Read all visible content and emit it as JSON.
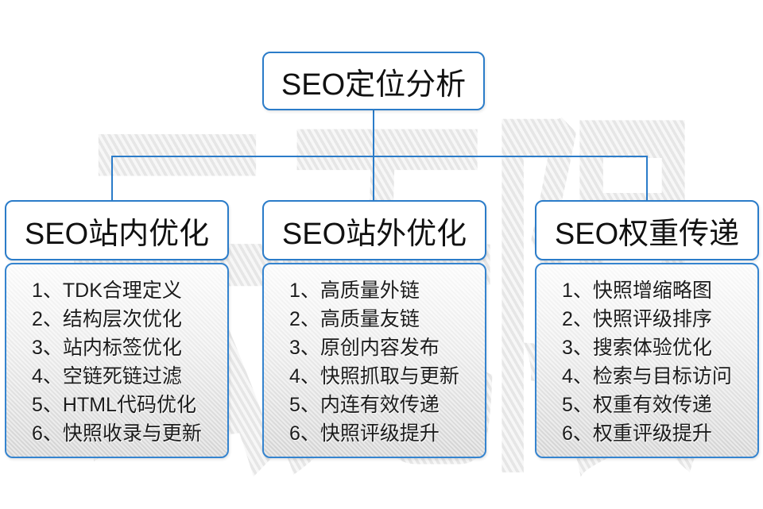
{
  "top_box": {
    "title": "SEO定位分析"
  },
  "columns": [
    {
      "title": "SEO站内优化",
      "items": [
        "1、TDK合理定义",
        "2、结构层次优化",
        "3、站内标签优化",
        "4、空链死链过滤",
        "5、HTML代码优化",
        "6、快照收录与更新"
      ]
    },
    {
      "title": "SEO站外优化",
      "items": [
        "1、高质量外链",
        "2、高质量友链",
        "3、原创内容发布",
        "4、快照抓取与更新",
        "5、内连有效传递",
        "6、快照评级提升"
      ]
    },
    {
      "title": "SEO权重传递",
      "items": [
        "1、快照增缩略图",
        "2、快照评级排序",
        "3、搜索体验优化",
        "4、检索与目标访问",
        "5、权重有效传递",
        "6、权重评级提升"
      ]
    }
  ],
  "watermark": {
    "text": "云无限"
  },
  "colors": {
    "accent_blue": "#2b7cc9",
    "watermark_gray": "#ececec",
    "body_gradient_bottom": "#d6d6d6",
    "text_dark": "#1c1c1c"
  }
}
